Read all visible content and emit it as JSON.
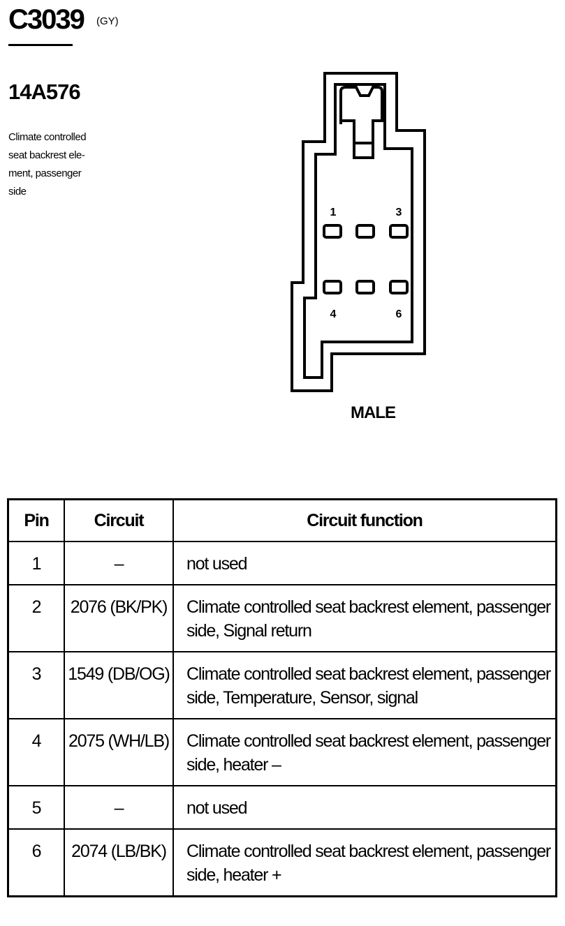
{
  "header": {
    "connector_id": "C3039",
    "connector_color": "(GY)",
    "part_number": "14A576",
    "description_lines": [
      "Climate controlled",
      "seat backrest ele-",
      "ment, passenger",
      "side"
    ]
  },
  "connector_view": {
    "pin_labels": {
      "top_left": "1",
      "top_right": "3",
      "bottom_left": "4",
      "bottom_right": "6"
    },
    "gender": "MALE"
  },
  "table": {
    "headers": {
      "pin": "Pin",
      "circuit": "Circuit",
      "function": "Circuit function"
    },
    "rows": [
      {
        "pin": "1",
        "circuit": "–",
        "function": "not used"
      },
      {
        "pin": "2",
        "circuit": "2076 (BK/PK)",
        "function": "Climate controlled seat backrest element, passenger side, Signal return"
      },
      {
        "pin": "3",
        "circuit": "1549 (DB/OG)",
        "function": "Climate controlled seat backrest element, passenger side, Temperature, Sensor, signal"
      },
      {
        "pin": "4",
        "circuit": "2075 (WH/LB)",
        "function": "Climate controlled seat backrest element, passenger side, heater –"
      },
      {
        "pin": "5",
        "circuit": "–",
        "function": "not used"
      },
      {
        "pin": "6",
        "circuit": "2074 (LB/BK)",
        "function": "Climate controlled seat backrest element, passenger side, heater +"
      }
    ]
  }
}
